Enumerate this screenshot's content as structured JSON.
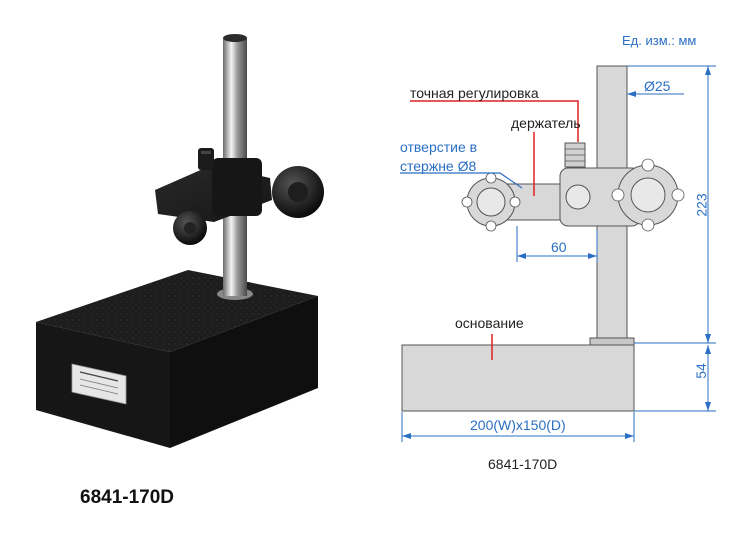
{
  "product": {
    "model_photo_caption": "6841-170D",
    "plate_label_lines": [
      "",
      "",
      ""
    ]
  },
  "drawing": {
    "units_label": "Ед. изм.: мм",
    "labels": {
      "fine_adjustment": "точная регулировка",
      "holder": "держатель",
      "rod_hole_line1": "отверстие в",
      "rod_hole_line2": "стержне Ø8",
      "base": "основание"
    },
    "dimensions": {
      "column_diameter": "Ø25",
      "arm_reach": "60",
      "height": "223",
      "base_height": "54",
      "base_size": "200(W)x150(D)"
    },
    "model_caption": "6841-170D"
  },
  "colors": {
    "accent_blue": "#2a6fc4",
    "callout_red": "#e02020",
    "part_gray": "#d8d8d8",
    "outline": "#555555"
  }
}
